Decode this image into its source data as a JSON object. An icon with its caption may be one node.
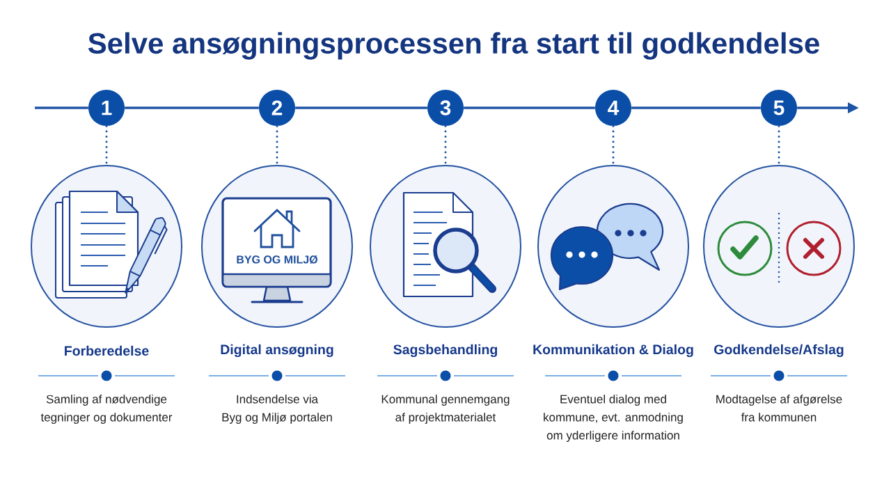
{
  "diagram": {
    "title": "Selve ansøgningsprocessen fra start til godkendelse",
    "nodes": [
      {
        "text": [
          "1"
        ]
      },
      {
        "text": [
          "2"
        ]
      },
      {
        "text": [
          "3"
        ]
      },
      {
        "text": [
          "4"
        ]
      },
      {
        "text": [
          "5"
        ]
      },
      {
        "text": [
          "Forberedelse",
          "Samling af nødvendige tegninger og dokumenter"
        ]
      },
      {
        "text": [
          "Digital ansøgning",
          "Indsendelse via Byg og Miljø portalen"
        ]
      },
      {
        "text": [
          "Sagsbehandling",
          "Kommunal gennemgang af projektmaterialet"
        ]
      },
      {
        "text": [
          "Kommunikation & Dialog",
          "Eventuel dialog med kommune, evt. anmodning om yderligere information"
        ]
      },
      {
        "text": [
          "Godkendelse/Afslag",
          "Modtagelse af afgørelse fra kommunen"
        ]
      }
    ],
    "edges": [
      {
        "from": null,
        "to": 0,
        "arrow": "none"
      },
      {
        "from": 0,
        "to": 1,
        "arrow": "none"
      },
      {
        "from": 1,
        "to": 2,
        "arrow": "none"
      },
      {
        "from": 2,
        "to": 3,
        "arrow": "none"
      },
      {
        "from": 3,
        "to": 4,
        "arrow": "none"
      },
      {
        "from": 4,
        "to": null,
        "arrow": "to"
      },
      {
        "from": 0,
        "to": 5,
        "arrow": "none",
        "style": "dashed"
      },
      {
        "from": 1,
        "to": 6,
        "arrow": "none",
        "style": "dashed"
      },
      {
        "from": 2,
        "to": 7,
        "arrow": "none",
        "style": "dashed"
      },
      {
        "from": 3,
        "to": 8,
        "arrow": "none",
        "style": "dashed"
      },
      {
        "from": 4,
        "to": 9,
        "arrow": "none",
        "style": "dashed"
      }
    ],
    "labels": [
      "BYG OG MILJØ"
    ]
  }
}
